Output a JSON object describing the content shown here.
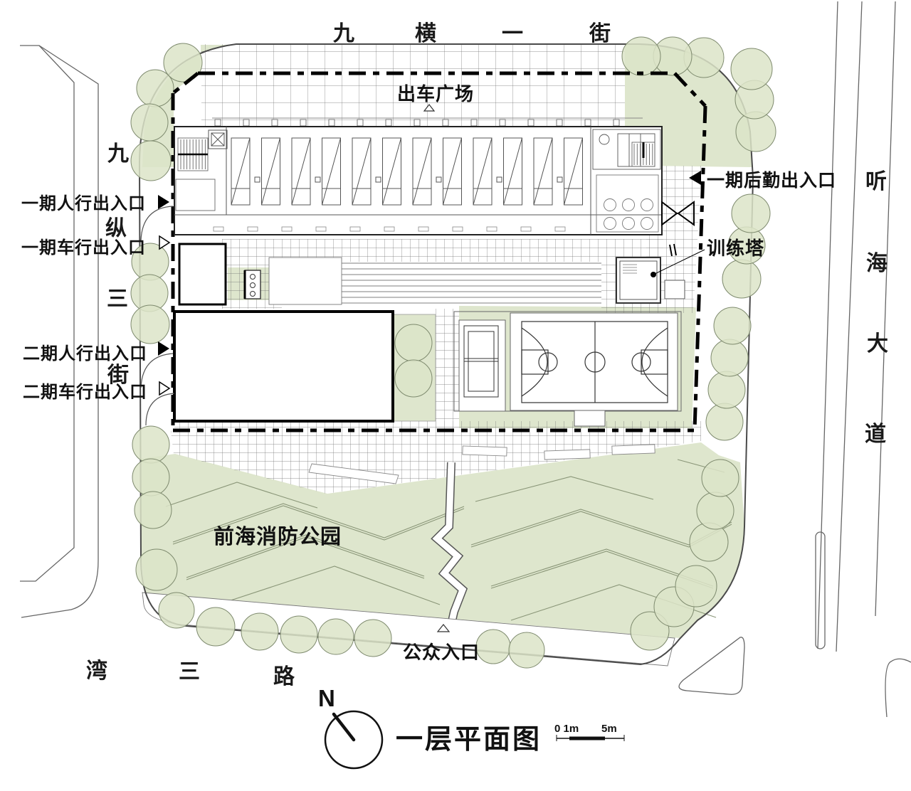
{
  "plan": {
    "title": "一层平面图",
    "north_label": "N",
    "scale": {
      "zero_one": "0 1m",
      "five": "5m"
    }
  },
  "streets": {
    "top": {
      "name": "九横一街",
      "chars": [
        "九",
        "横",
        "一",
        "街"
      ]
    },
    "left": {
      "name": "九纵三街",
      "chars": [
        "九",
        "纵",
        "三",
        "街"
      ]
    },
    "right": {
      "name": "听海大道",
      "chars": [
        "听",
        "海",
        "大",
        "道"
      ]
    },
    "bottom": {
      "name": "湾三路",
      "chars": [
        "湾",
        "三",
        "路"
      ]
    }
  },
  "entrances": {
    "p1_ped": {
      "label": "一期人行出入口",
      "marker": "filled-right-triangle"
    },
    "p1_veh": {
      "label": "一期车行出入口",
      "marker": "hollow-right-triangle"
    },
    "p2_ped": {
      "label": "二期人行出入口",
      "marker": "filled-right-triangle"
    },
    "p2_veh": {
      "label": "二期车行出入口",
      "marker": "hollow-right-triangle"
    },
    "p1_logistics": {
      "label": "一期后勤出入口",
      "marker": "filled-left-triangle"
    },
    "public": {
      "label": "公众入口",
      "marker": "hollow-up-triangle"
    }
  },
  "features": {
    "depart_plaza": "出车广场",
    "training_tower": "训练塔",
    "park": "前海消防公园"
  },
  "icons": {
    "entrance_filled": "filled triangle",
    "entrance_hollow": "hollow triangle",
    "north_compass": "circle with needle",
    "gate": "bowtie"
  },
  "colors": {
    "green": "#dee6cd",
    "tree_stroke": "#7e8a6e",
    "line_dark": "#1a1a1a",
    "line_mid": "#555555",
    "line_light": "#888888",
    "park_path": "#8a9678"
  }
}
